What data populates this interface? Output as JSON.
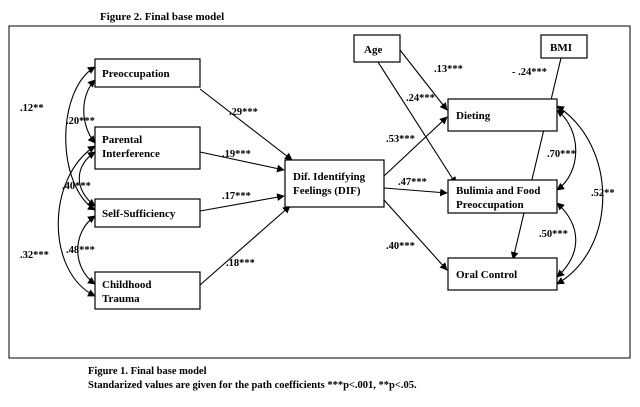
{
  "title": "Figure 2. Final base model",
  "nodes": {
    "preoccupation": [
      "Preoccupation"
    ],
    "parental": [
      "Parental",
      "Interference"
    ],
    "selfsuff": [
      "Self-Sufficiency"
    ],
    "trauma": [
      "Childhood",
      "Trauma"
    ],
    "dif": [
      "Dif. Identifying",
      "Feelings (DIF)"
    ],
    "age": [
      "Age"
    ],
    "bmi": [
      "BMI"
    ],
    "dieting": [
      "Dieting"
    ],
    "bulimia": [
      "Bulimia and Food",
      "Preoccupation"
    ],
    "oral": [
      "Oral Control"
    ]
  },
  "paths": {
    "pre_dif": ".29***",
    "par_dif": ".19***",
    "self_dif": ".17***",
    "trauma_dif": ".18***",
    "dif_diet": ".53***",
    "dif_bul": ".47***",
    "dif_oral": ".40***",
    "age_diet": ".13***",
    "age_bul": ".24***",
    "bmi_oral": "- .24***"
  },
  "correlations": {
    "pre_self": ".12**",
    "pre_par": ".20***",
    "par_self": ".40***",
    "par_trauma": ".32***",
    "self_trauma": ".48***",
    "diet_bul": ".70***",
    "bul_oral": ".50***",
    "diet_oral": ".52**"
  },
  "caption": {
    "line1": "Figure 1. Final base model",
    "line2": "Standarized values are given for the path coefficients ***p<.001, **p<.05."
  }
}
